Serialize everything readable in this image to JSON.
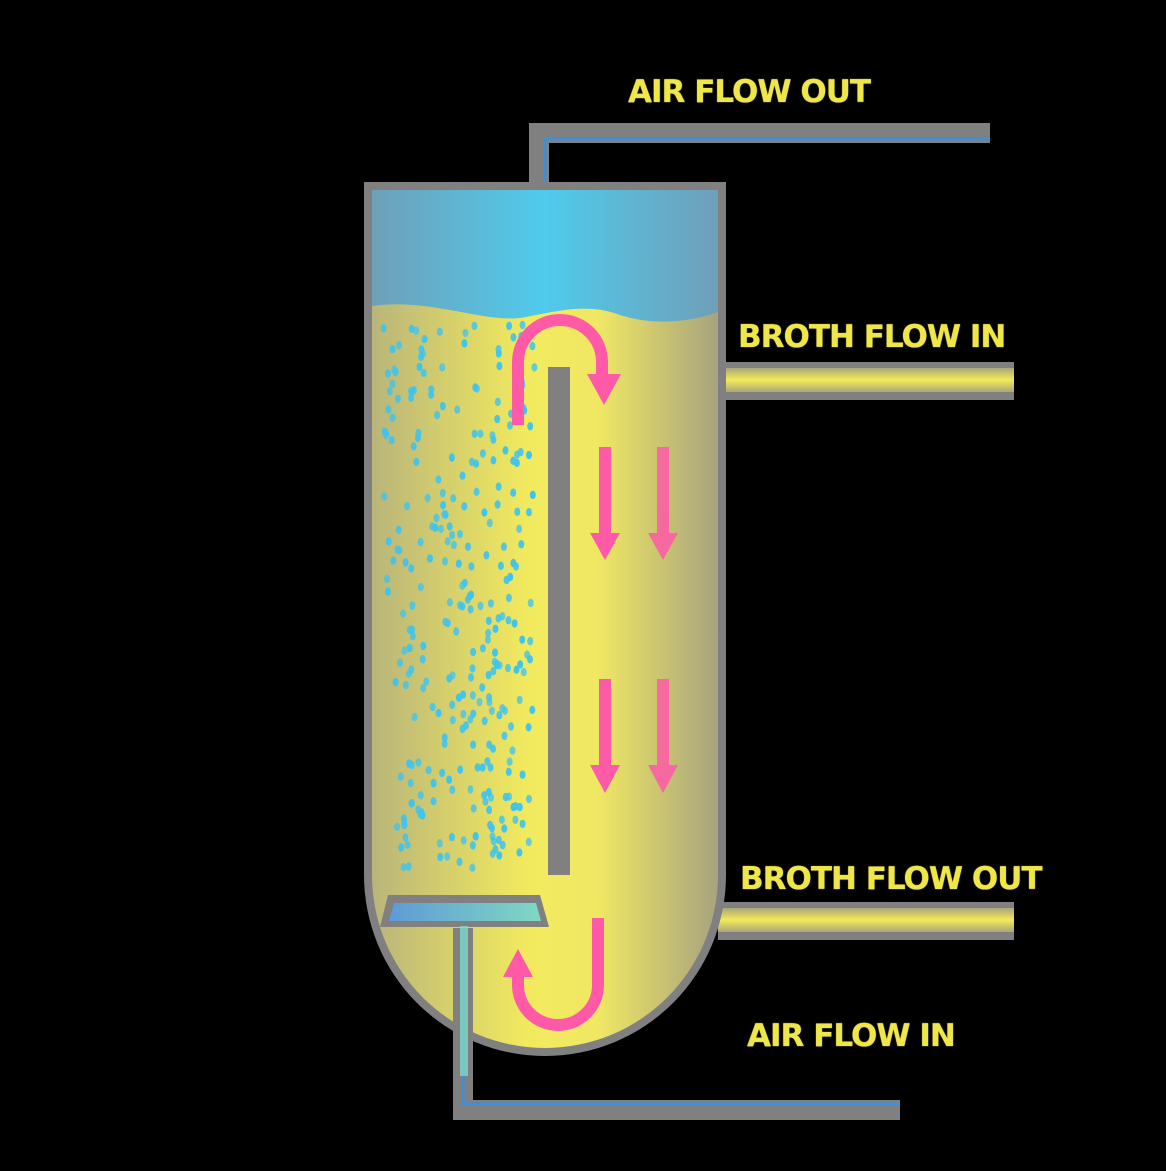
{
  "labels": {
    "air_flow_out": "AIR FLOW OUT",
    "broth_flow_in": "BROTH FLOW IN",
    "broth_flow_out": "BROTH FLOW OUT",
    "air_flow_in": "AIR FLOW IN"
  },
  "colors": {
    "background": "#000000",
    "vessel_wall": "#808080",
    "broth_yellow": "#f2ea5e",
    "headspace_blue": "#4fcbec",
    "air_pipe_blue": "#3f8fd8",
    "bubble_blue": "#3fc4ee",
    "flow_arrow_pink": "#ff5aa8",
    "label_yellow": "#efe64a"
  },
  "icons": {
    "flow_arrow": "flow-arrow-icon",
    "bubble": "air-bubble-icon",
    "sparger": "sparger-icon"
  }
}
